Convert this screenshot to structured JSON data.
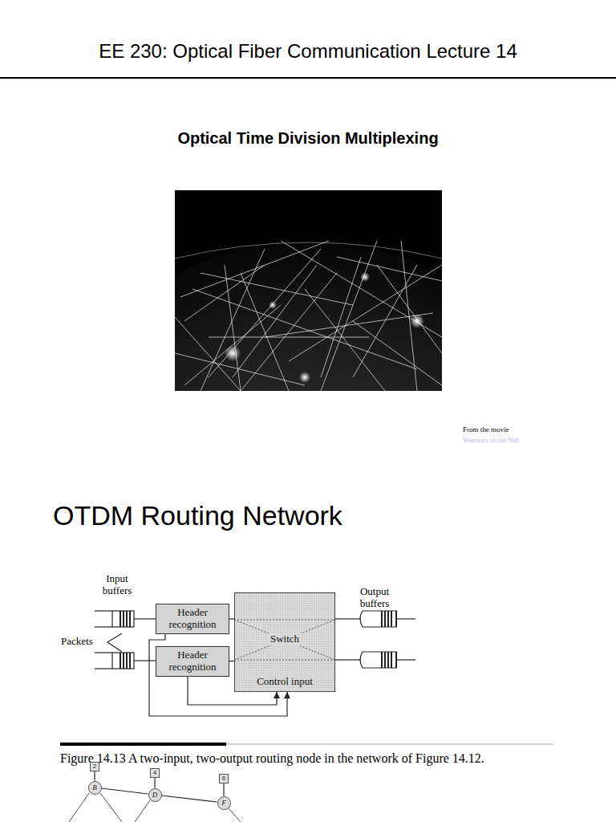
{
  "diagram": {
    "title": "EE 230: Optical Fiber Communication Lecture 14",
    "caption": "Figure 14.13 A two-input, two-output routing node in the network of Figure 14.12.",
    "nodes": [
      {
        "text": [
          "Header recognition"
        ]
      },
      {
        "text": [
          "Header recognition"
        ]
      },
      {
        "text": [
          "Switch",
          "Control input"
        ]
      },
      {
        "text": [
          "2"
        ]
      },
      {
        "text": [
          "B"
        ]
      },
      {
        "text": [
          "4"
        ]
      },
      {
        "text": [
          "D"
        ]
      },
      {
        "text": [
          "6"
        ]
      },
      {
        "text": [
          "F"
        ]
      }
    ],
    "edges": [
      {
        "from": 0,
        "to": 2,
        "arrow": "none"
      },
      {
        "from": 1,
        "to": 2,
        "arrow": "none"
      },
      {
        "from": 0,
        "to": 2,
        "arrow": "to"
      },
      {
        "from": 1,
        "to": 2,
        "arrow": "to"
      },
      {
        "from": 3,
        "to": 4,
        "arrow": "none"
      },
      {
        "from": 5,
        "to": 6,
        "arrow": "none"
      },
      {
        "from": 7,
        "to": 8,
        "arrow": "none"
      },
      {
        "from": 4,
        "to": 6,
        "arrow": "none"
      },
      {
        "from": 6,
        "to": 8,
        "arrow": "none"
      }
    ],
    "labels": [
      "Optical Time Division Multiplexing",
      "From the movie",
      "Warriors of the Net",
      "OTDM Routing Network",
      "Input buffers",
      "Packets",
      "Output buffers"
    ]
  }
}
